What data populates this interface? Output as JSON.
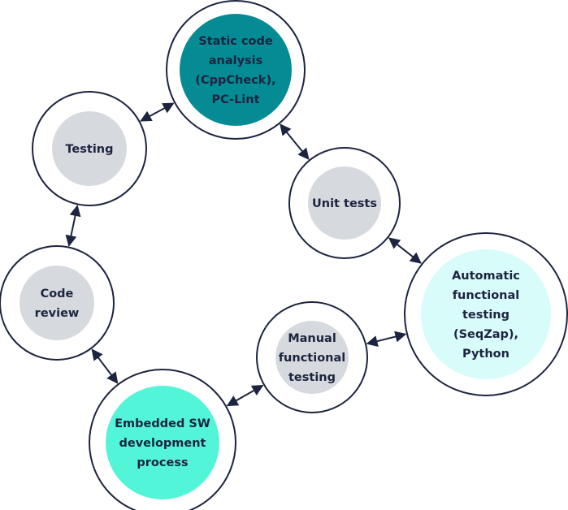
{
  "diagram": {
    "nodes": [
      {
        "id": "static",
        "lines": [
          "Static code",
          "analysis",
          "(CppCheck),",
          "PC-Lint"
        ],
        "fill": "#058b94"
      },
      {
        "id": "testing",
        "lines": [
          "Testing"
        ],
        "fill": "#d6dade"
      },
      {
        "id": "unit",
        "lines": [
          "Unit tests"
        ],
        "fill": "#d6dade"
      },
      {
        "id": "auto",
        "lines": [
          "Automatic",
          "functional",
          "testing",
          "(SeqZap),",
          "Python"
        ],
        "fill": "#d8fcfa"
      },
      {
        "id": "manual",
        "lines": [
          "Manual",
          "functional",
          "testing"
        ],
        "fill": "#d6dade"
      },
      {
        "id": "embedded",
        "lines": [
          "Embedded SW",
          "development",
          "process"
        ],
        "fill": "#53f5d8"
      },
      {
        "id": "review",
        "lines": [
          "Code",
          "review"
        ],
        "fill": "#d6dade"
      }
    ],
    "edges": [
      {
        "from": "testing",
        "to": "static",
        "bidirectional": true
      },
      {
        "from": "static",
        "to": "unit",
        "bidirectional": true
      },
      {
        "from": "unit",
        "to": "auto",
        "bidirectional": true
      },
      {
        "from": "auto",
        "to": "manual",
        "bidirectional": true
      },
      {
        "from": "manual",
        "to": "embedded",
        "bidirectional": true
      },
      {
        "from": "embedded",
        "to": "review",
        "bidirectional": true
      },
      {
        "from": "review",
        "to": "testing",
        "bidirectional": true
      }
    ],
    "stroke_color": "#1d2440"
  }
}
